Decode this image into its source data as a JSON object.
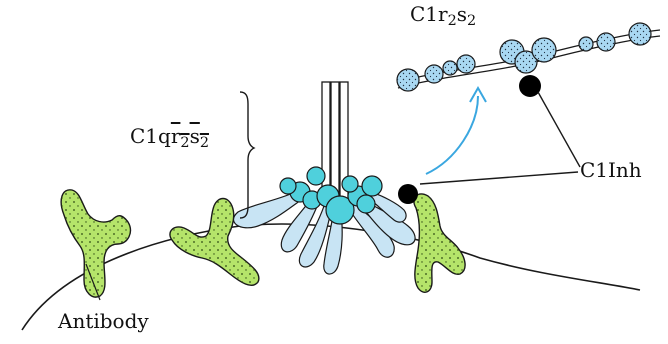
{
  "labels": {
    "c1q_complex": {
      "base": "C1q",
      "r": "r",
      "r_sub": "2",
      "s": "s",
      "s_sub": "2"
    },
    "c1r2s2": {
      "base": "C1r",
      "r_sub": "2",
      "s": "s",
      "s_sub": "2"
    },
    "c1inh": "C1Inh",
    "antibody": "Antibody"
  },
  "colors": {
    "antibody_fill": "#b5e46a",
    "c1q_head": "#4fd0dc",
    "c1q_stalk": "#c8e4f4",
    "c1r_bead": "#a9d8f2",
    "c1inh": "#000000",
    "arrow": "#3aa7e0",
    "outline": "#1a1a1a"
  }
}
